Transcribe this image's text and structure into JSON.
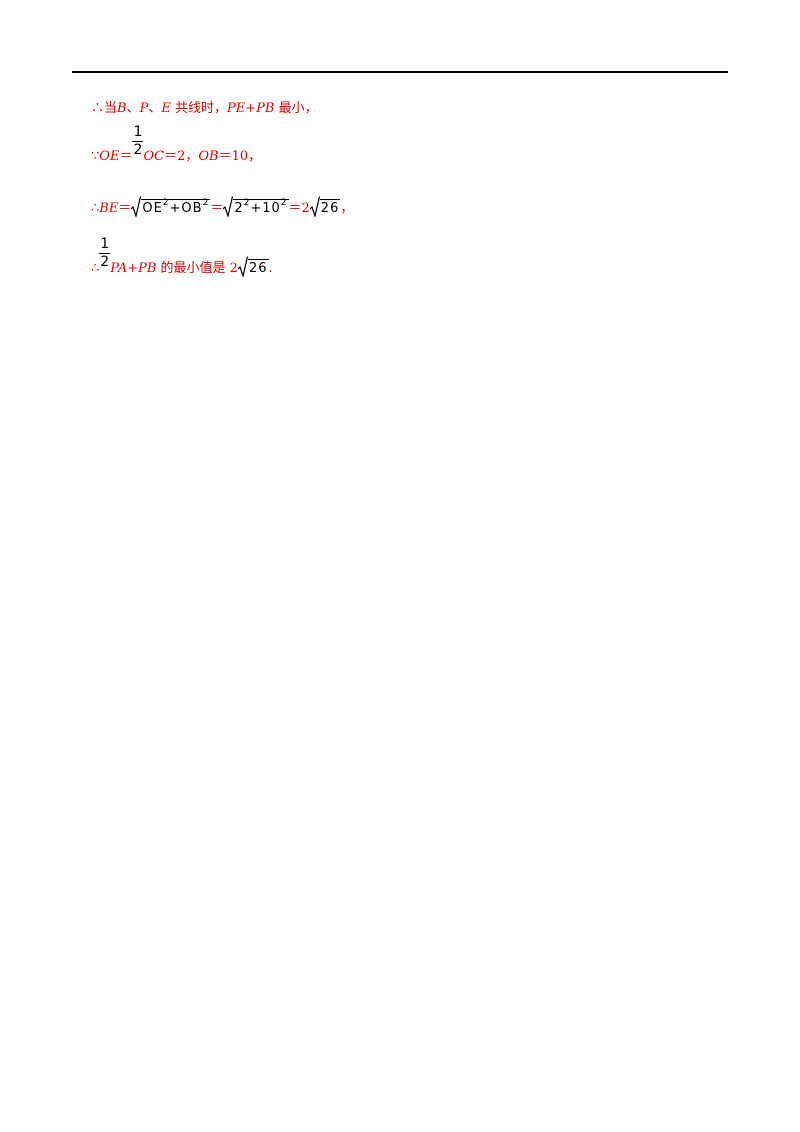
{
  "lines": [
    {
      "therefore": "∴当",
      "b": "B",
      "sep1": "、",
      "p": "P",
      "sep2": "、",
      "e": "E",
      "text1": " 共线时，",
      "expr": "PE+PB",
      "text2": " 最小，"
    },
    {
      "because": "∵",
      "oe": "OE",
      "eq1": "＝",
      "frac_num": "1",
      "frac_den": "2",
      "oc": "OC",
      "eq2": "＝2，",
      "ob": "OB",
      "eq3": "＝10，"
    },
    {
      "therefore": "∴",
      "be": "BE",
      "eq1": "＝",
      "rad1_a": "OE",
      "rad1_exp1": "2",
      "rad1_plus": "+OB",
      "rad1_exp2": "2",
      "eq2": "＝",
      "rad2_a": "2",
      "rad2_exp1": "2",
      "rad2_plus": "+10",
      "rad2_exp2": "2",
      "eq3": "＝2",
      "rad3": "26",
      "end": "，"
    },
    {
      "therefore": "∴",
      "frac_num": "1",
      "frac_den": "2",
      "expr": "PA+PB",
      "text1": " 的最小值是 2",
      "rad": "26",
      "end": "."
    }
  ],
  "colors": {
    "text": "#e00000",
    "math": "#000000",
    "rule": "#000000"
  }
}
